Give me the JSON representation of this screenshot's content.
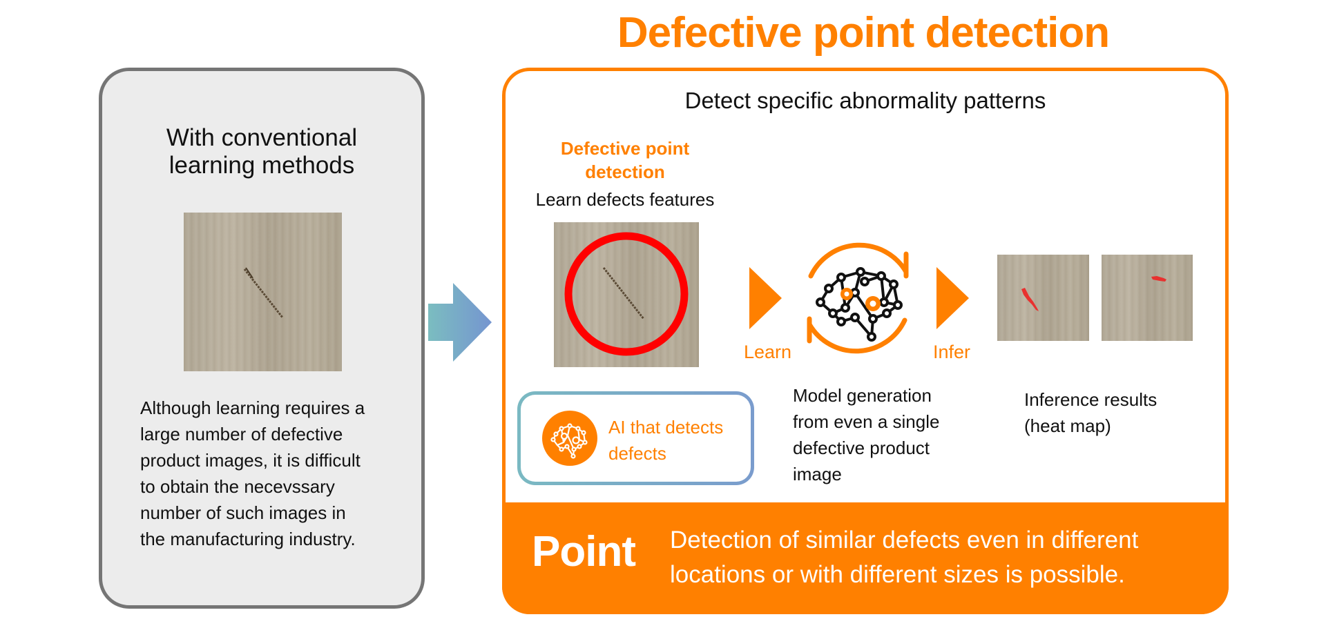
{
  "title": "Defective point detection",
  "left_panel": {
    "heading_line1": "With conventional",
    "heading_line2": "learning methods",
    "image_alt": "wood-surface-with-scratch",
    "description_lines": [
      "Although learning requires a",
      "large number of defective",
      "product images, it is difficult",
      "to obtain the necevssary",
      "number of such images in",
      "the manufacturing industry."
    ]
  },
  "right_panel": {
    "subtitle": "Detect specific abnormality patterns",
    "feature_label_line1": "Defective point",
    "feature_label_line2": "detection",
    "feature_caption": "Learn defects features",
    "learn_label": "Learn",
    "infer_label": "Infer",
    "model_text_lines": [
      "Model generation",
      "from even a single",
      "defective product",
      "image"
    ],
    "inference_text_lines": [
      "Inference results",
      "(heat map)"
    ],
    "ai_badge_line1": "AI that detects",
    "ai_badge_line2": "defects",
    "point_label": "Point",
    "point_desc_line1": "Detection of similar defects even in different",
    "point_desc_line2": "locations or with different sizes is possible."
  },
  "icons": {
    "arrow": "arrow-right-icon",
    "brain": "brain-network-icon",
    "cycle": "cycle-arrows-icon"
  },
  "colors": {
    "accent": "#ff8000",
    "left_border": "#757575",
    "left_bg": "#ececec",
    "highlight_circle": "#ff0000",
    "heatmap": "#e8312f"
  }
}
